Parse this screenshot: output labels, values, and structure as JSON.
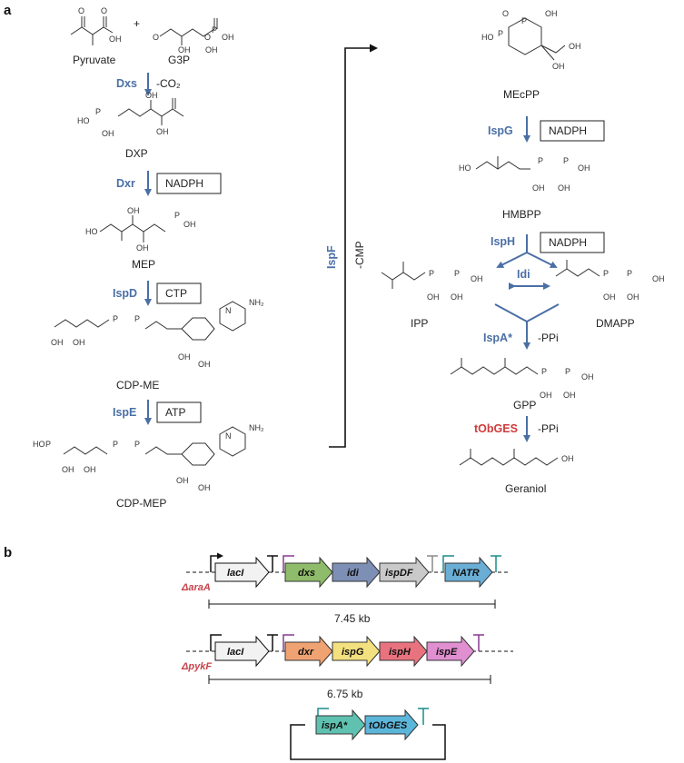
{
  "panels": {
    "a": "a",
    "b": "b"
  },
  "molecules": {
    "pyruvate": "Pyruvate",
    "g3p": "G3P",
    "dxp": "DXP",
    "mep": "MEP",
    "cdp_me": "CDP-ME",
    "cdp_mep": "CDP-MEP",
    "mecpp": "MEcPP",
    "hmbpp": "HMBPP",
    "ipp": "IPP",
    "dmapp": "DMAPP",
    "gpp": "GPP",
    "geraniol": "Geraniol"
  },
  "enzymes": {
    "dxs": "Dxs",
    "dxr": "Dxr",
    "ispd": "IspD",
    "ispe": "IspE",
    "ispf": "IspF",
    "ispg": "IspG",
    "isph": "IspH",
    "idi": "Idi",
    "ispa": "IspA*",
    "tobges": "tObGES"
  },
  "cofactors": {
    "dxr": "NADPH",
    "ispd": "CTP",
    "ispe": "ATP",
    "ispg": "NADPH",
    "isph": "NADPH"
  },
  "side_products": {
    "dxs": "-CO₂",
    "ispf": "-CMP",
    "ispa": "-PPi",
    "tobges": "-PPi"
  },
  "plus": "+",
  "atoms": {
    "O": "O",
    "OH": "OH",
    "HO": "HO",
    "P": "P",
    "NH2": "NH₂",
    "N": "N"
  },
  "constructs": {
    "operon1": {
      "locus": "ΔaraA",
      "genes": [
        "lacI",
        "dxs",
        "idi",
        "ispDF",
        "NATR"
      ],
      "size": "7.45 kb",
      "colors": [
        "#f2f2f2",
        "#8fbc6a",
        "#7d8fb5",
        "#c9c9c9",
        "#6aaed6"
      ]
    },
    "operon2": {
      "locus": "ΔpykF",
      "genes": [
        "lacI",
        "dxr",
        "ispG",
        "ispH",
        "ispE"
      ],
      "size": "6.75 kb",
      "colors": [
        "#f2f2f2",
        "#f0a372",
        "#f3e07e",
        "#e8737e",
        "#e08fd0"
      ]
    },
    "plasmid": {
      "genes": [
        "ispA*",
        "tObGES"
      ],
      "colors": [
        "#5fc2b0",
        "#5cb6da"
      ]
    }
  },
  "colors": {
    "enzyme": "#4a6fa5",
    "tobges": "#d23a3a",
    "locus": "#c8444b",
    "promoter_black": "#111111",
    "promoter_purple": "#8a3a8f",
    "promoter_teal": "#1a8c8c",
    "terminator_teal": "#1a8c8c",
    "terminator_purple": "#8a3a8f",
    "terminator_gray": "#8a8a8a"
  }
}
